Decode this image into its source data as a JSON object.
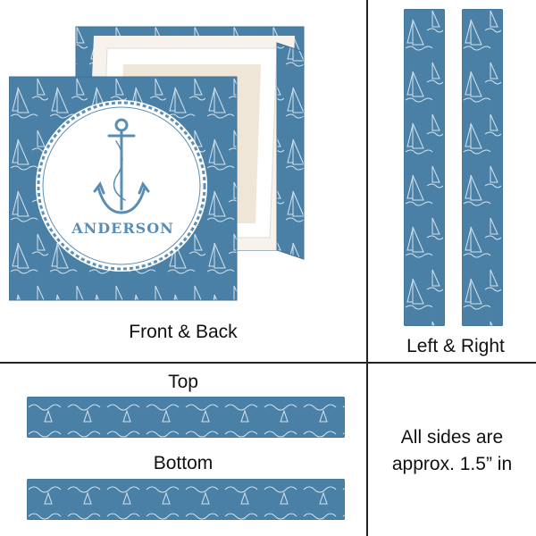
{
  "product": {
    "name_on_design": "ANDERSON"
  },
  "labels": {
    "front_back": "Front & Back",
    "left_right": "Left & Right",
    "top": "Top",
    "bottom": "Bottom",
    "sides_line1": "All sides are",
    "sides_line2": "approx. 1.5” in"
  },
  "colors": {
    "panel_blue": "#4a80a6",
    "pattern_line": "#cfe0ec",
    "medallion": "#ffffff",
    "anchor": "#5a8db3",
    "divider": "#222222"
  },
  "icons": [
    "sailboat-pattern",
    "anchor-icon",
    "rope-border"
  ]
}
